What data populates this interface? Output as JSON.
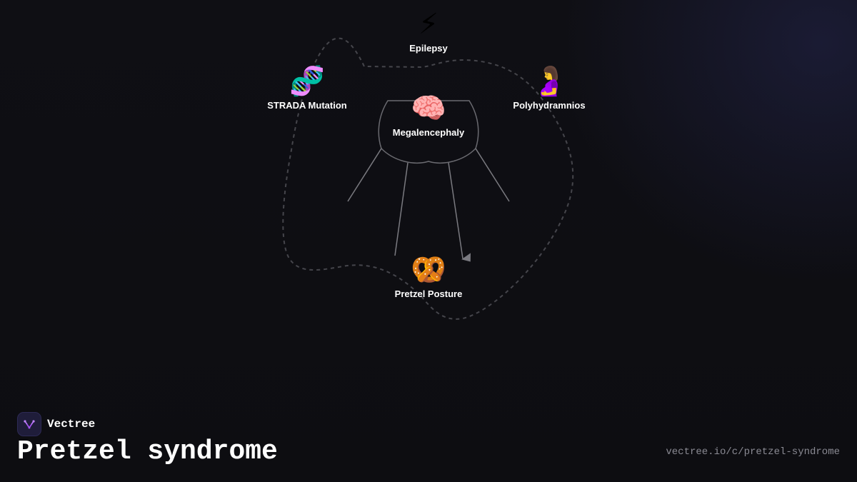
{
  "diagram": {
    "nodes": {
      "epilepsy": {
        "emoji": "⚡",
        "label": "Epilepsy"
      },
      "strada": {
        "emoji": "🧬",
        "label": "STRADA Mutation"
      },
      "polyhydramnios": {
        "emoji": "🤰",
        "label": "Polyhydramnios"
      },
      "megalencephaly": {
        "emoji": "🧠",
        "label": "Megalencephaly"
      },
      "pretzel": {
        "emoji": "🥨",
        "label": "Pretzel Posture"
      }
    },
    "colors": {
      "edge": "#7a7a80",
      "outline": "#45454b",
      "label": "#ffffff",
      "accent": "#a855f7"
    }
  },
  "footer": {
    "brand_name": "Vectree",
    "brand_icon": "vectree-logo-icon",
    "title": "Pretzel syndrome",
    "url": "vectree.io/c/pretzel-syndrome"
  }
}
